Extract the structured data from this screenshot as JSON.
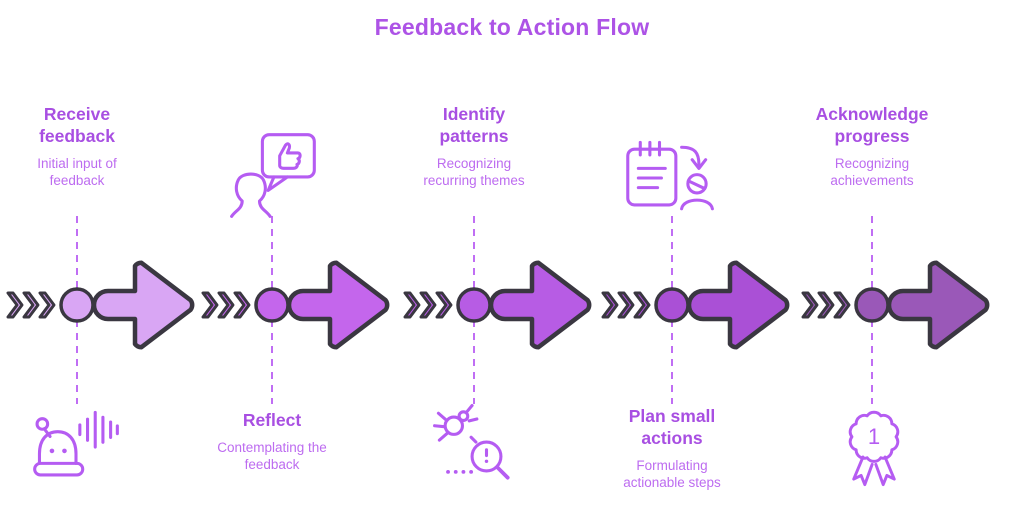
{
  "title": "Feedback to Action Flow",
  "colors": {
    "background": "#ffffff",
    "title_text": "#ad53e6",
    "heading_text": "#a84fe2",
    "subtitle_text": "#bd6cf0",
    "icon_stroke": "#b55cf2",
    "dash_line": "#c06ef4",
    "shape_outline": "#3a3741"
  },
  "stages": [
    {
      "heading": "Receive feedback",
      "description": "Initial input of feedback",
      "text_position": "top",
      "icon": "voice-bot-icon",
      "arrow_color": "#d9a6f4"
    },
    {
      "heading": "Reflect",
      "description": "Contemplating the feedback",
      "text_position": "bottom",
      "icon": "person-feedback-bubble-icon",
      "arrow_color": "#c466ec"
    },
    {
      "heading": "Identify patterns",
      "description": "Recognizing recurring themes",
      "text_position": "top",
      "icon": "bug-magnifier-icon",
      "arrow_color": "#b75ce4"
    },
    {
      "heading": "Plan small actions",
      "description": "Formulating actionable steps",
      "text_position": "bottom",
      "icon": "notepad-assign-icon",
      "arrow_color": "#aa50d6"
    },
    {
      "heading": "Acknowledge progress",
      "description": "Recognizing achievements",
      "text_position": "top",
      "icon": "award-ribbon-icon",
      "arrow_color": "#9a58b8"
    }
  ],
  "award_number": "1"
}
